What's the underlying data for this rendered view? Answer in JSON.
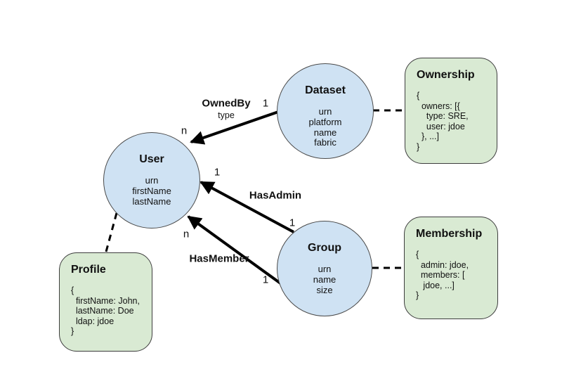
{
  "diagram": {
    "entities": [
      {
        "title": "Dataset",
        "attrs": [
          "urn",
          "platform",
          "name",
          "fabric"
        ]
      },
      {
        "title": "User",
        "attrs": [
          "urn",
          "firstName",
          "lastName"
        ]
      },
      {
        "title": "Group",
        "attrs": [
          "urn",
          "name",
          "size"
        ]
      }
    ],
    "aspects": [
      {
        "title": "Ownership",
        "lines": [
          "{",
          "  owners: [{",
          "    type: SRE,",
          "    user: jdoe",
          "  }, ...]",
          "}"
        ]
      },
      {
        "title": "Profile",
        "lines": [
          "{",
          "  firstName: John,",
          "  lastName: Doe",
          "  ldap: jdoe",
          "}"
        ]
      },
      {
        "title": "Membership",
        "lines": [
          "{",
          "  admin: jdoe,",
          "  members: [",
          "   jdoe, ...]",
          "}"
        ]
      }
    ],
    "relationships": [
      {
        "name": "OwnedBy",
        "attribute": "type",
        "source": "Dataset",
        "target": "User",
        "source_card": "1",
        "target_card": "n"
      },
      {
        "name": "HasAdmin",
        "source": "Group",
        "target": "User",
        "source_card": "1",
        "target_card": "1"
      },
      {
        "name": "HasMember",
        "source": "Group",
        "target": "User",
        "source_card": "1",
        "target_card": "n"
      }
    ],
    "colors": {
      "entity_fill": "#cfe2f3",
      "aspect_fill": "#d9ead3",
      "shape_border": "#404040",
      "connector": "#000000"
    }
  }
}
